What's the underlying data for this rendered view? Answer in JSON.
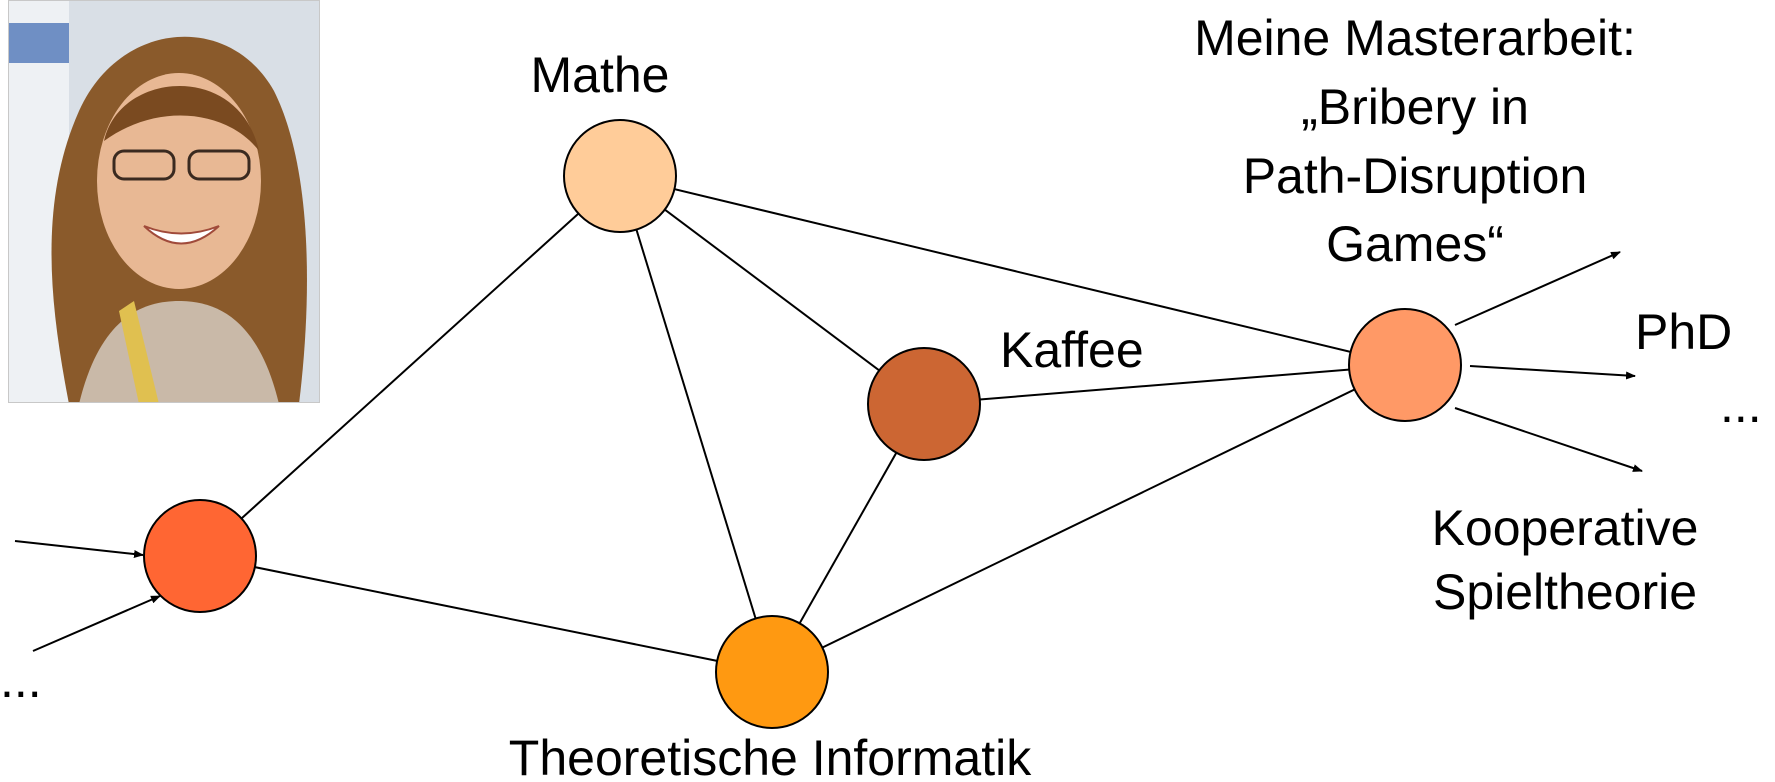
{
  "labels": {
    "mathe": "Mathe",
    "kaffee": "Kaffee",
    "theoretische_informatik": "Theoretische Informatik",
    "masterarbeit_line1": "Meine Masterarbeit:",
    "masterarbeit_line2": "„Bribery in",
    "masterarbeit_line3": "Path-Disruption",
    "masterarbeit_line4": "Games“",
    "phd": "PhD",
    "kooperative_line1": "Kooperative",
    "kooperative_line2": "Spieltheorie",
    "ellipsis_right": "...",
    "ellipsis_left": "..."
  },
  "nodes": [
    {
      "id": "start",
      "color": "#ff6633"
    },
    {
      "id": "mathe",
      "color": "#ffcc99"
    },
    {
      "id": "kaffee",
      "color": "#cc6633"
    },
    {
      "id": "theoretische-informatik",
      "color": "#ff9911"
    },
    {
      "id": "masterarbeit",
      "color": "#ff9966"
    }
  ],
  "edges": [
    [
      "start",
      "mathe"
    ],
    [
      "start",
      "theoretische-informatik"
    ],
    [
      "mathe",
      "kaffee"
    ],
    [
      "mathe",
      "theoretische-informatik"
    ],
    [
      "mathe",
      "masterarbeit"
    ],
    [
      "kaffee",
      "theoretische-informatik"
    ],
    [
      "kaffee",
      "masterarbeit"
    ],
    [
      "theoretische-informatik",
      "masterarbeit"
    ]
  ],
  "colors": {
    "line": "#000000",
    "node_stroke": "#000000"
  },
  "photo": {
    "description_icon": "portrait-photo",
    "hair": "#8a5a2b",
    "skin": "#e8b894",
    "background": "#d9dfe6"
  }
}
